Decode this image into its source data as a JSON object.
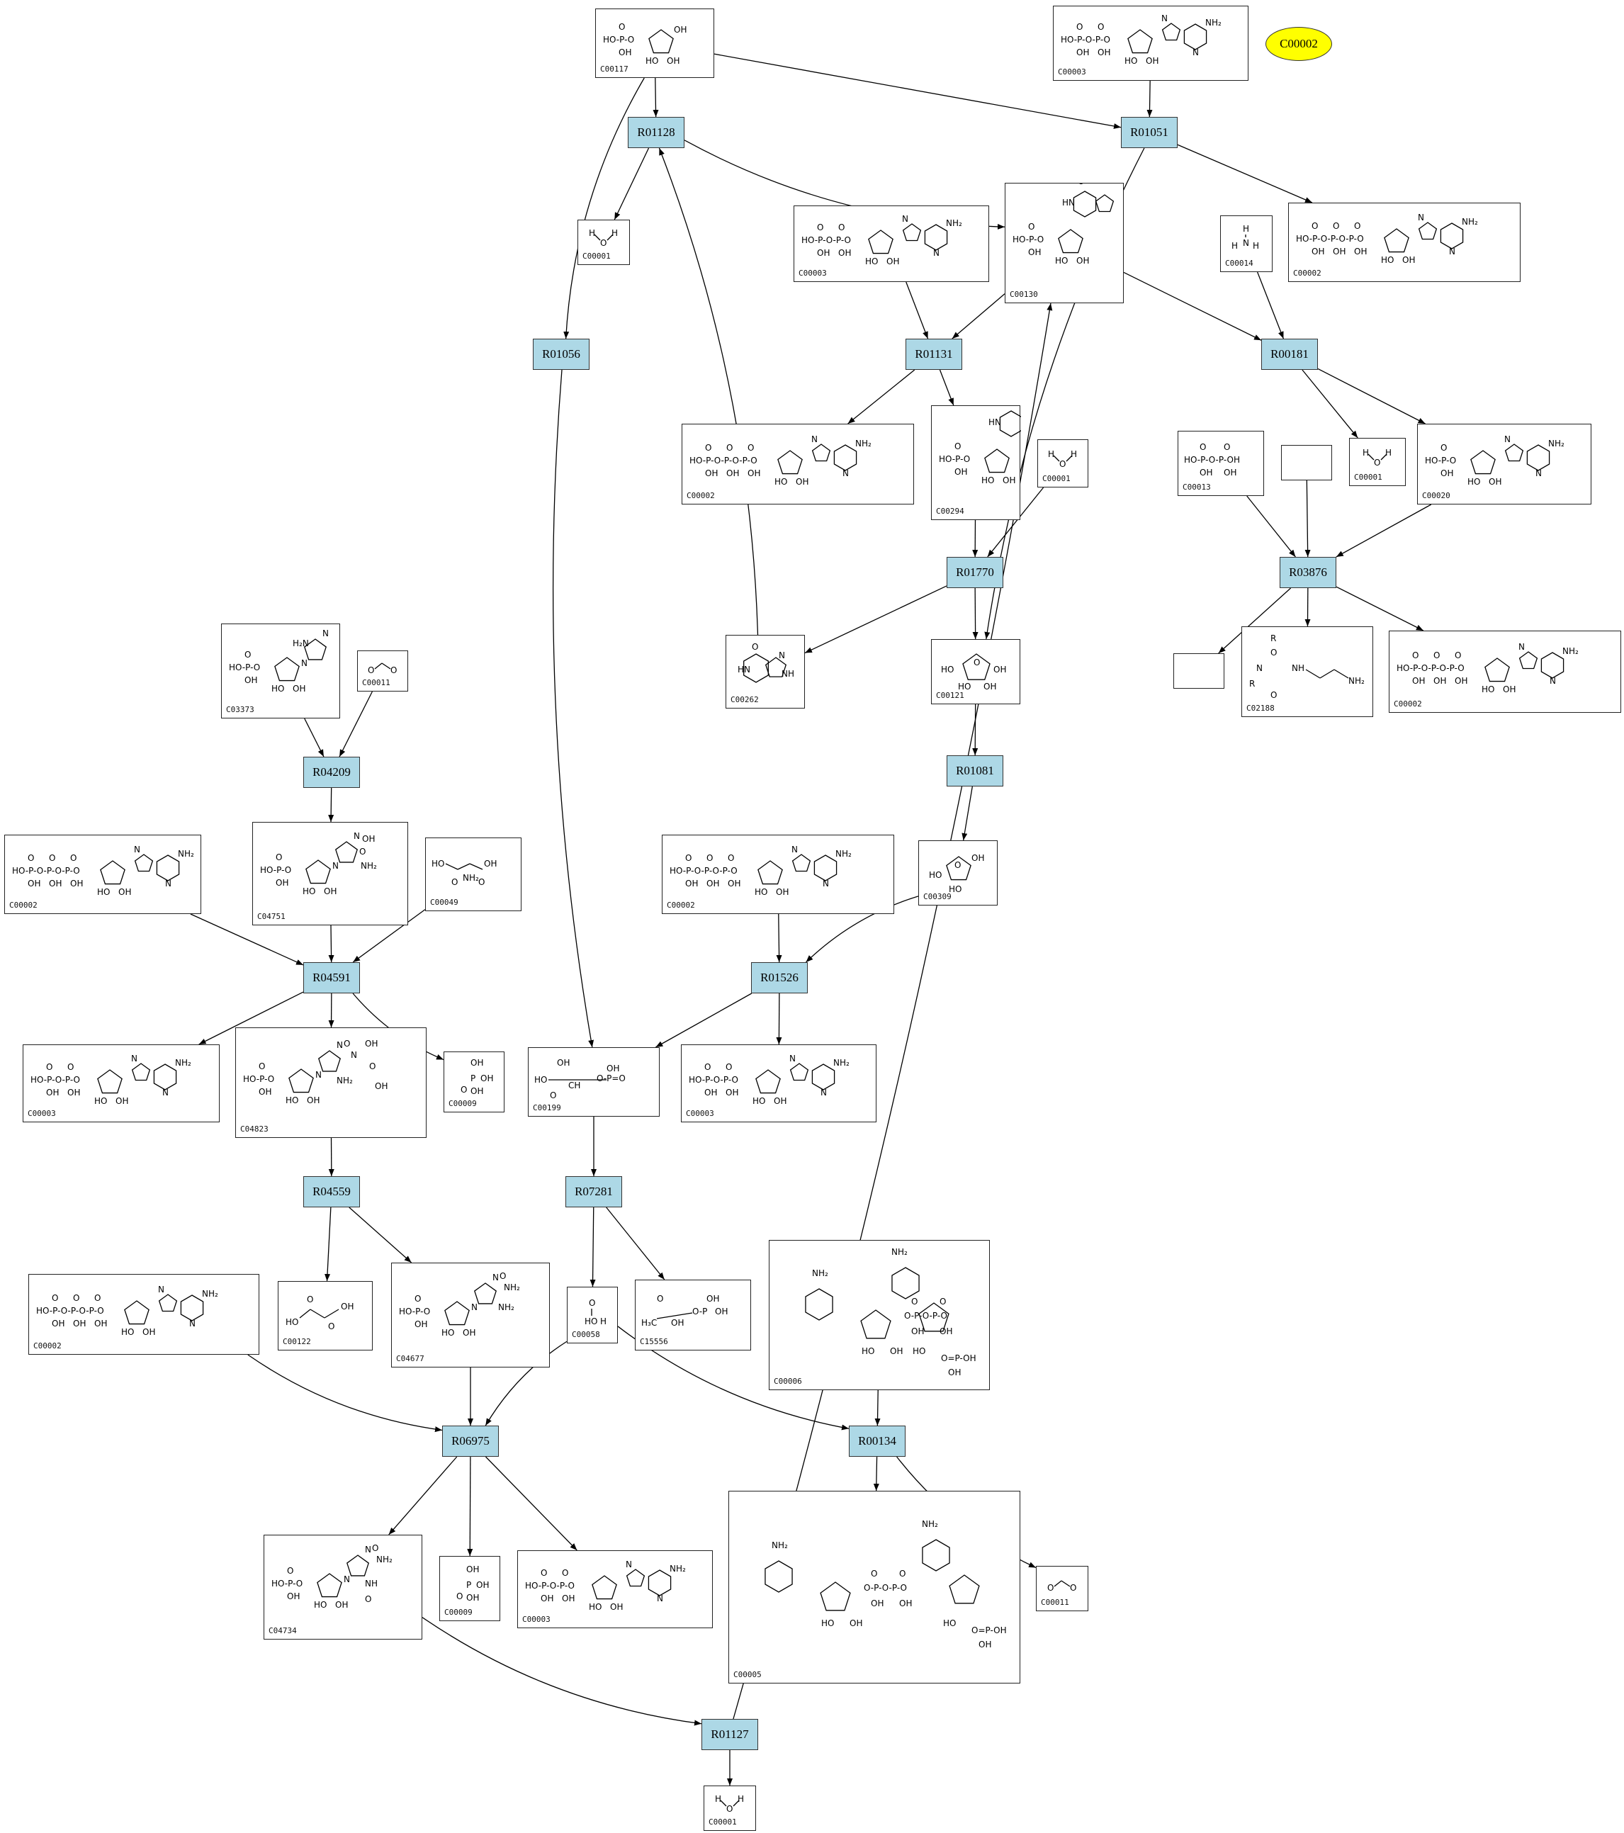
{
  "diagram": {
    "legend_oval": "C00002",
    "compounds": [
      {
        "key": "n01",
        "id": "C00117",
        "mol": "ribose5p-oh"
      },
      {
        "key": "n02",
        "id": "C00003",
        "mol": "adp"
      },
      {
        "key": "n03",
        "id": "C00001",
        "mol": "water"
      },
      {
        "key": "n04",
        "id": "C00003",
        "mol": "adp"
      },
      {
        "key": "n05",
        "id": "C00130",
        "mol": "imp"
      },
      {
        "key": "n06",
        "id": "C00014",
        "mol": "ammonia"
      },
      {
        "key": "n07",
        "id": "C00002",
        "mol": "atp"
      },
      {
        "key": "n08",
        "id": "C00002",
        "mol": "atp"
      },
      {
        "key": "n09",
        "id": "C00294",
        "mol": "inosine"
      },
      {
        "key": "n10",
        "id": "C00001",
        "mol": "water"
      },
      {
        "key": "n11",
        "id": "C00013",
        "mol": "pyrophosphate"
      },
      {
        "key": "n12",
        "id": "",
        "mol": "none"
      },
      {
        "key": "n13",
        "id": "C00001",
        "mol": "water"
      },
      {
        "key": "n14",
        "id": "C00020",
        "mol": "amp"
      },
      {
        "key": "n15",
        "id": "C03373",
        "mol": "air"
      },
      {
        "key": "n16",
        "id": "C00011",
        "mol": "co2"
      },
      {
        "key": "n17",
        "id": "C00262",
        "mol": "hypoxanthine"
      },
      {
        "key": "n18",
        "id": "C00121",
        "mol": "ribose"
      },
      {
        "key": "n19",
        "id": "",
        "mol": "none"
      },
      {
        "key": "n20",
        "id": "C02188",
        "mol": "lysine"
      },
      {
        "key": "n21",
        "id": "C00002",
        "mol": "atp"
      },
      {
        "key": "n22",
        "id": "C00002",
        "mol": "atp"
      },
      {
        "key": "n23",
        "id": "C04751",
        "mol": "cair"
      },
      {
        "key": "n24",
        "id": "C00049",
        "mol": "aspartate"
      },
      {
        "key": "n25",
        "id": "C00002",
        "mol": "atp"
      },
      {
        "key": "n26",
        "id": "C00309",
        "mol": "ribulose"
      },
      {
        "key": "n27",
        "id": "C00003",
        "mol": "adp"
      },
      {
        "key": "n28",
        "id": "C04823",
        "mol": "saicar"
      },
      {
        "key": "n29",
        "id": "C00009",
        "mol": "phosphate"
      },
      {
        "key": "n30",
        "id": "C00199",
        "mol": "ru5p"
      },
      {
        "key": "n31",
        "id": "C00003",
        "mol": "adp"
      },
      {
        "key": "n32",
        "id": "C00006",
        "mol": "nadp"
      },
      {
        "key": "n33",
        "id": "C00002",
        "mol": "atp"
      },
      {
        "key": "n34",
        "id": "C00122",
        "mol": "fumarate"
      },
      {
        "key": "n35",
        "id": "C04677",
        "mol": "aicar"
      },
      {
        "key": "n36",
        "id": "C00058",
        "mol": "formate"
      },
      {
        "key": "n37",
        "id": "C15556",
        "mol": "dhap-like"
      },
      {
        "key": "n38",
        "id": "C04734",
        "mol": "faicar"
      },
      {
        "key": "n39",
        "id": "C00009",
        "mol": "phosphate"
      },
      {
        "key": "n40",
        "id": "C00003",
        "mol": "adp"
      },
      {
        "key": "n41",
        "id": "C00005",
        "mol": "nadph"
      },
      {
        "key": "n42",
        "id": "C00011",
        "mol": "co2"
      },
      {
        "key": "n43",
        "id": "C00001",
        "mol": "water"
      }
    ],
    "reactions": [
      {
        "key": "r01",
        "label": "R01128"
      },
      {
        "key": "r02",
        "label": "R01051"
      },
      {
        "key": "r03",
        "label": "R01056"
      },
      {
        "key": "r04",
        "label": "R01131"
      },
      {
        "key": "r05",
        "label": "R00181"
      },
      {
        "key": "r06",
        "label": "R01770"
      },
      {
        "key": "r07",
        "label": "R03876"
      },
      {
        "key": "r08",
        "label": "R04209"
      },
      {
        "key": "r09",
        "label": "R01081"
      },
      {
        "key": "r10",
        "label": "R04591"
      },
      {
        "key": "r11",
        "label": "R01526"
      },
      {
        "key": "r12",
        "label": "R04559"
      },
      {
        "key": "r13",
        "label": "R07281"
      },
      {
        "key": "r14",
        "label": "R06975"
      },
      {
        "key": "r15",
        "label": "R00134"
      },
      {
        "key": "r16",
        "label": "R01127"
      }
    ]
  }
}
